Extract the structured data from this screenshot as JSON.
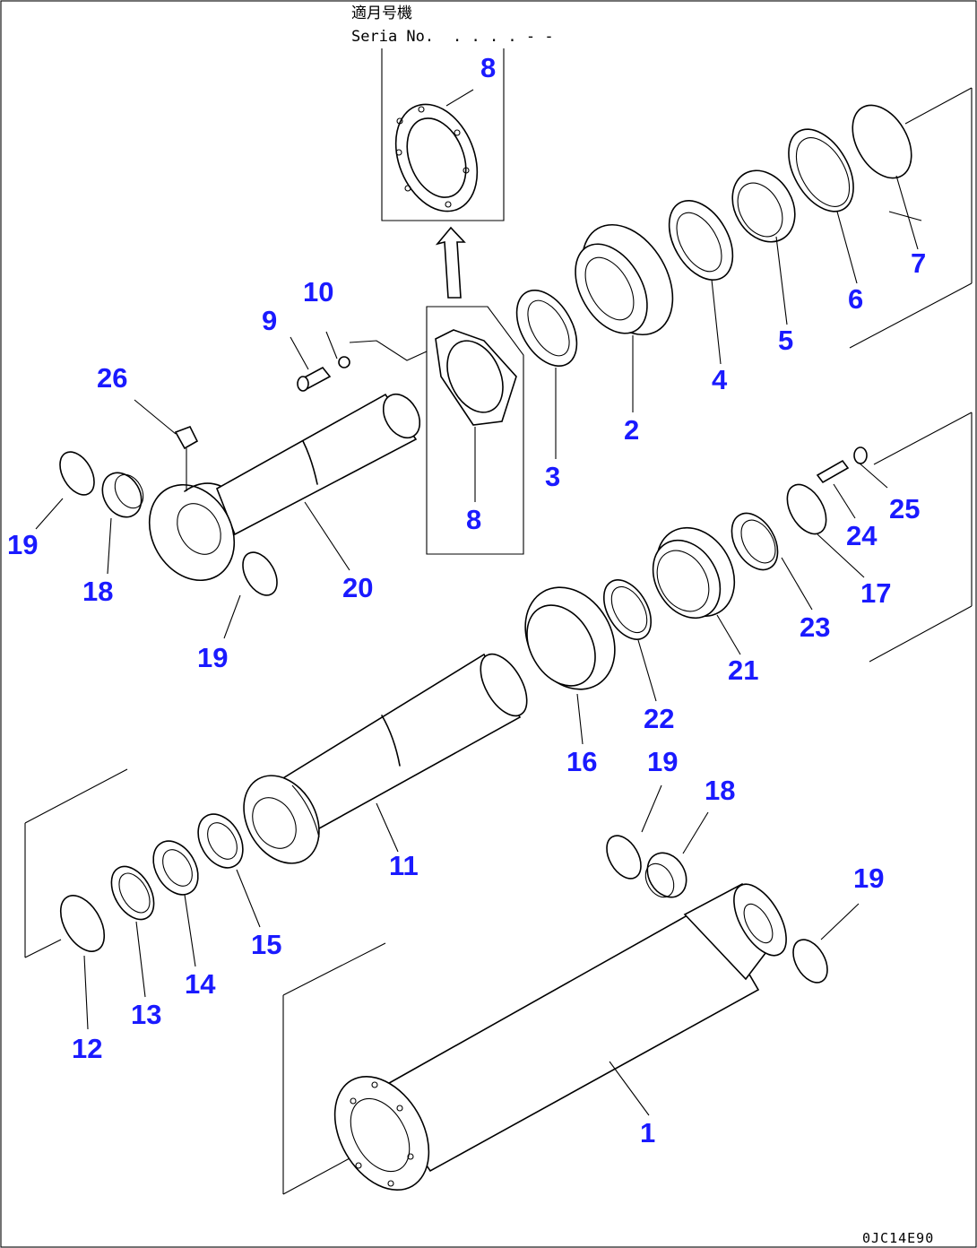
{
  "header": {
    "line1": "適月号機",
    "line2": "Seria No."
  },
  "drawing_code": "0JC14E90",
  "colors": {
    "callout": "#1a1aff",
    "line": "#000000"
  },
  "callouts": [
    "1",
    "2",
    "3",
    "4",
    "5",
    "6",
    "7",
    "8",
    "8",
    "9",
    "10",
    "11",
    "12",
    "13",
    "14",
    "15",
    "16",
    "17",
    "18",
    "18",
    "19",
    "19",
    "19",
    "19",
    "20",
    "21",
    "22",
    "23",
    "24",
    "25",
    "26"
  ]
}
